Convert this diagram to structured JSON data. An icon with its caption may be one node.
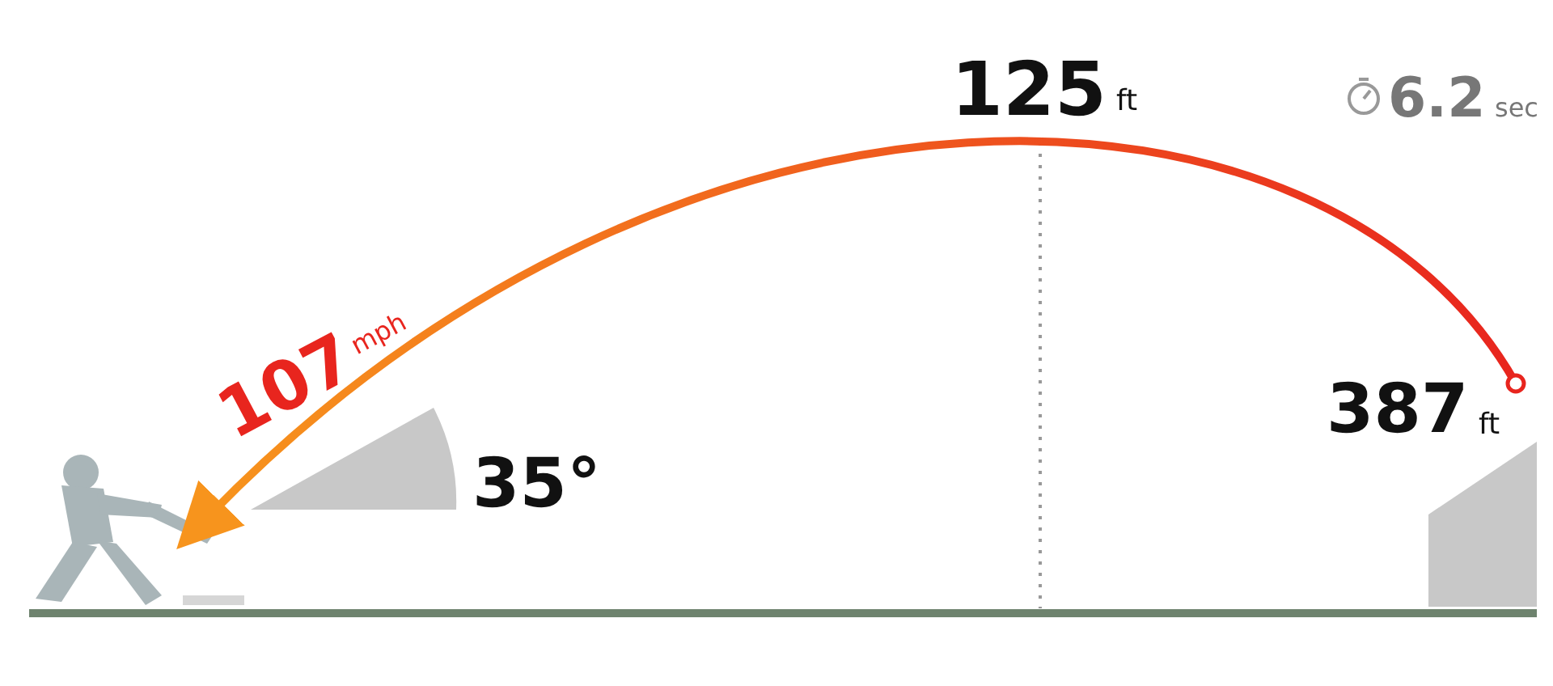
{
  "diagram": {
    "labels": [
      "125",
      "ft",
      "6.2",
      "sec",
      "107",
      "mph",
      "35°",
      "387",
      "ft"
    ]
  }
}
